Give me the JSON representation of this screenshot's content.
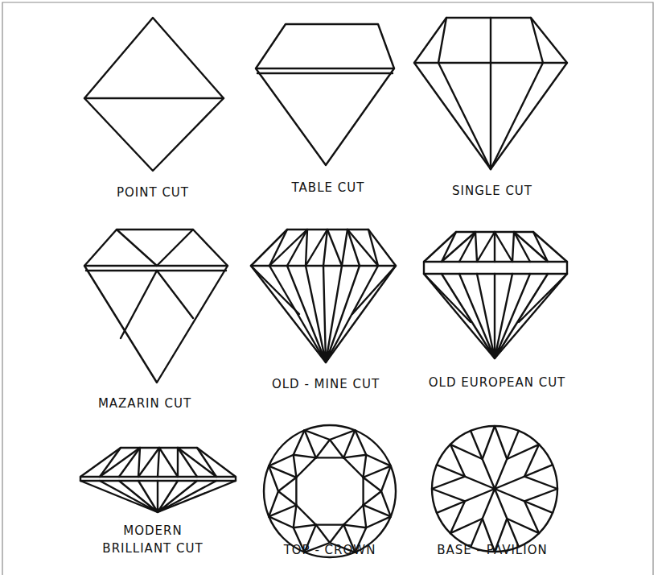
{
  "diagram": {
    "labels": [
      "POINT CUT",
      "TABLE CUT",
      "SINGLE CUT",
      "MAZARIN CUT",
      "OLD - MINE CUT",
      "OLD EUROPEAN CUT",
      "MODERN BRILLIANT CUT",
      "TOP - CROWN",
      "BASE - PAVILION"
    ]
  }
}
